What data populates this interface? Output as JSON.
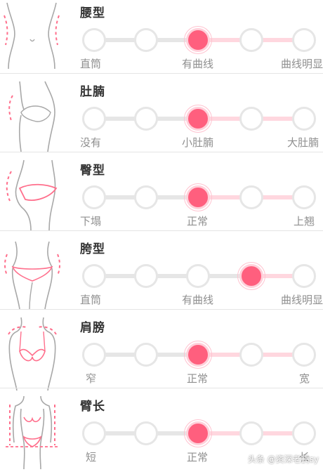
{
  "colors": {
    "accent": "#ff5f7e",
    "accent_ring": "#ffd0da",
    "track_gray": "#e6e6e6",
    "track_pink": "#ffd7df",
    "text": "#333333",
    "label": "#8f8f8f"
  },
  "rows": [
    {
      "title": "腰型",
      "selected_index": 2,
      "steps": 5,
      "labels": [
        "直筒",
        "有曲线",
        "曲线明显"
      ],
      "icon": "waist-figure-icon"
    },
    {
      "title": "肚腩",
      "selected_index": 2,
      "steps": 5,
      "labels": [
        "没有",
        "小肚腩",
        "大肚腩"
      ],
      "icon": "belly-figure-icon"
    },
    {
      "title": "臀型",
      "selected_index": 2,
      "steps": 5,
      "labels": [
        "下塌",
        "正常",
        "上翘"
      ],
      "icon": "hip-figure-icon"
    },
    {
      "title": "胯型",
      "selected_index": 3,
      "steps": 5,
      "labels": [
        "直筒",
        "有曲线",
        "曲线明显"
      ],
      "icon": "crotch-figure-icon"
    },
    {
      "title": "肩膀",
      "selected_index": 2,
      "steps": 5,
      "labels": [
        "窄",
        "正常",
        "宽"
      ],
      "icon": "shoulder-figure-icon"
    },
    {
      "title": "臂长",
      "selected_index": 2,
      "steps": 5,
      "labels": [
        "短",
        "正常",
        "长"
      ],
      "icon": "arm-length-figure-icon"
    }
  ],
  "watermark": "头条 @资深老鹤sy"
}
